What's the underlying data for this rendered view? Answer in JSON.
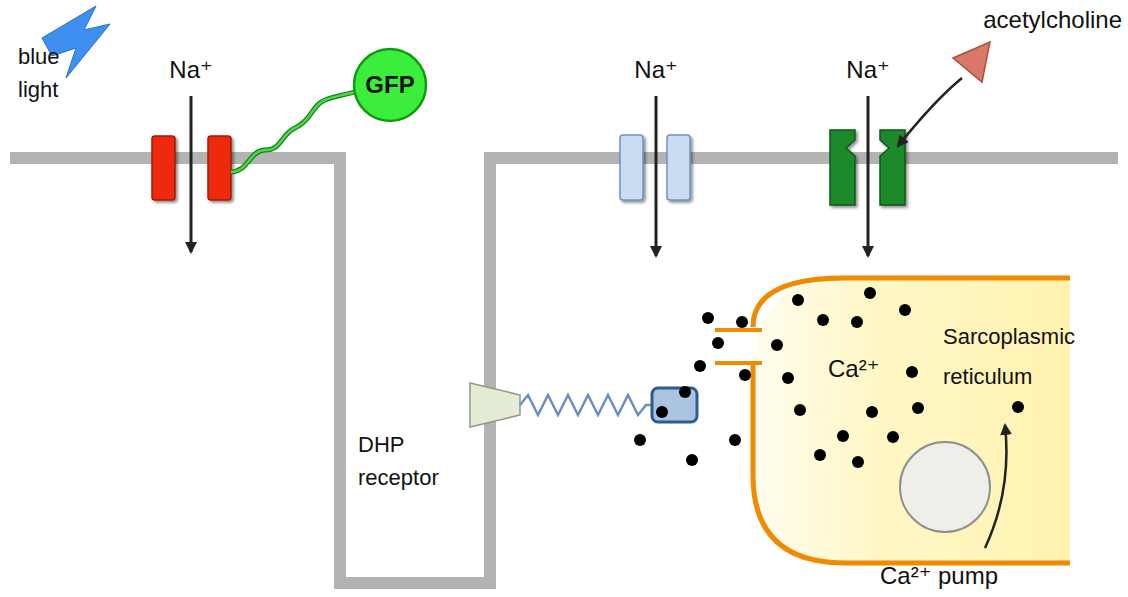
{
  "diagram": {
    "nodes": [
      {
        "text": [
          "GFP"
        ]
      },
      {
        "text": [
          "Ca²⁺",
          "Sarcoplasmic reticulum"
        ]
      }
    ],
    "labels": [
      "blue light",
      "Na⁺",
      "Na⁺",
      "Na⁺",
      "acetylcholine",
      "DHP receptor",
      "Ca²⁺ pump"
    ]
  }
}
